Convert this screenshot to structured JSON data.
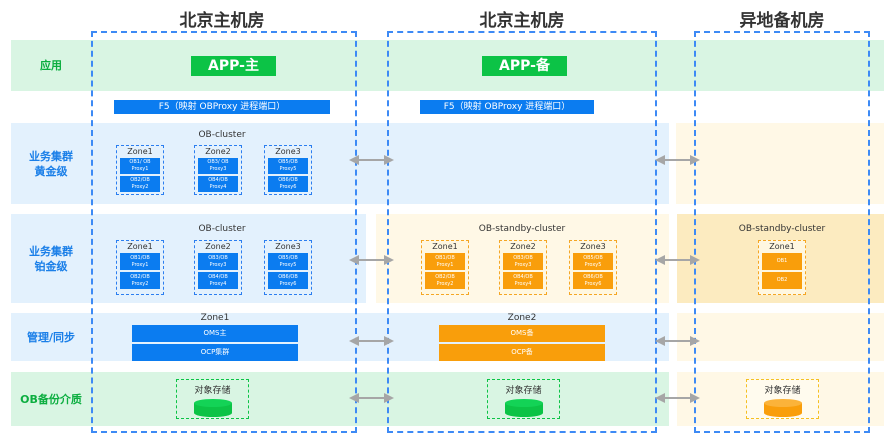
{
  "datacenters": [
    {
      "title": "北京主机房"
    },
    {
      "title": "北京主机房"
    },
    {
      "title": "异地备机房"
    }
  ],
  "rows": {
    "app": {
      "label": "应用"
    },
    "gold": {
      "label_line1": "业务集群",
      "label_line2": "黄金级"
    },
    "platinum": {
      "label_line1": "业务集群",
      "label_line2": "铂金级"
    },
    "mgmt": {
      "label": "管理/同步"
    },
    "backup": {
      "label": "OB备份介质"
    }
  },
  "app": {
    "primary": "APP-主",
    "standby": "APP-备"
  },
  "f5": {
    "primary": "F5（映射 OBProxy 进程端口）",
    "standby": "F5（映射 OBProxy 进程端口）"
  },
  "gold_cluster": {
    "title": "OB-cluster",
    "zones": [
      {
        "name": "Zone1",
        "nodes": [
          "OB1/ OB\nProxy1",
          "OB2/OB\nProxy2"
        ]
      },
      {
        "name": "Zone2",
        "nodes": [
          "OB3/ OB\nProxy3",
          "OB4/OB\nProxy4"
        ]
      },
      {
        "name": "Zone3",
        "nodes": [
          "OB5/OB\nProxy5",
          "OB6/OB\nProxy6"
        ]
      }
    ]
  },
  "platinum_cluster": {
    "title": "OB-cluster",
    "zones": [
      {
        "name": "Zone1",
        "nodes": [
          "OB1/OB\nProxy1",
          "OB2/OB\nProxy2"
        ]
      },
      {
        "name": "Zone2",
        "nodes": [
          "OB3/OB\nProxy3",
          "OB4/OB\nProxy4"
        ]
      },
      {
        "name": "Zone3",
        "nodes": [
          "OB5/OB\nProxy5",
          "OB6/OB\nProxy6"
        ]
      }
    ]
  },
  "platinum_standby": {
    "title": "OB-standby-cluster",
    "zones": [
      {
        "name": "Zone1",
        "nodes": [
          "OB1/OB\nProxy1",
          "OB2/OB\nProxy2"
        ]
      },
      {
        "name": "Zone2",
        "nodes": [
          "OB3/OB\nProxy3",
          "OB4/OB\nProxy4"
        ]
      },
      {
        "name": "Zone3",
        "nodes": [
          "OB5/OB\nProxy5",
          "OB6/OB\nProxy6"
        ]
      }
    ]
  },
  "remote_standby": {
    "title": "OB-standby-cluster",
    "zones": [
      {
        "name": "Zone1",
        "nodes": [
          "OB1",
          "OB2"
        ]
      }
    ]
  },
  "mgmt": {
    "primary": {
      "zone": "Zone1",
      "items": [
        "OMS主",
        "OCP集群"
      ]
    },
    "standby": {
      "zone": "Zone2",
      "items": [
        "OMS备",
        "OCP备"
      ]
    }
  },
  "backup": {
    "primary": "对象存储",
    "standby": "对象存储",
    "remote": "对象存储"
  },
  "colors": {
    "blue": "#0b7cf0",
    "green": "#0cc346",
    "orange": "#f99e0b",
    "dashed_border": "#3d8af5",
    "arrow": "#a6a6a6"
  }
}
